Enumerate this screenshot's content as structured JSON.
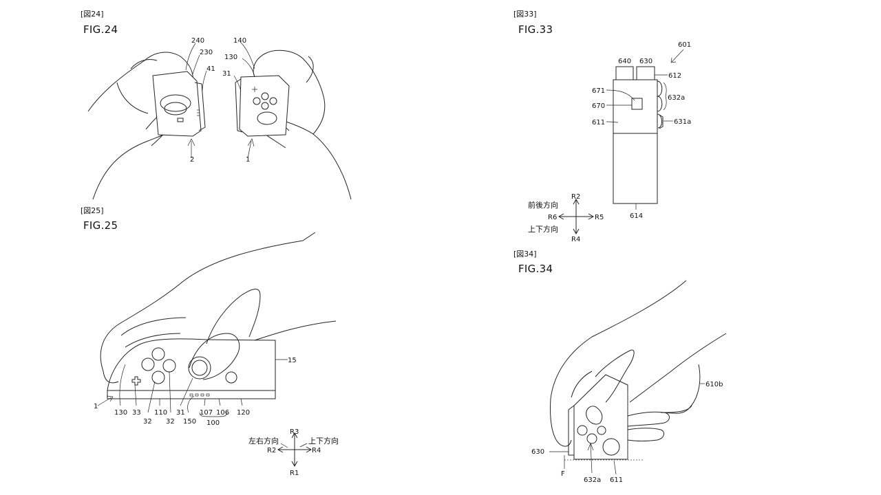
{
  "fig24": {
    "bracket": "[図24]",
    "title": "FIG.24",
    "labels": {
      "l240": "240",
      "l230": "230",
      "l41": "41",
      "l2": "2",
      "l140": "140",
      "l130": "130",
      "l31": "31",
      "l1": "1"
    }
  },
  "fig25": {
    "bracket": "[図25]",
    "title": "FIG.25",
    "labels": {
      "l15": "15",
      "l1": "1",
      "l130": "130",
      "l33": "33",
      "l32a": "32",
      "l110": "110",
      "l32b": "32",
      "l31": "31",
      "l150": "150",
      "l107": "107",
      "l106": "106",
      "l120": "120",
      "l100": "100"
    },
    "axes": {
      "r3": "R3",
      "r1": "R1",
      "r2": "R2",
      "r4": "R4",
      "left_right": "左右方向",
      "up_down": "上下方向"
    }
  },
  "fig33": {
    "bracket": "[図33]",
    "title": "FIG.33",
    "labels": {
      "l601": "601",
      "l640": "640",
      "l630": "630",
      "l612": "612",
      "l671": "671",
      "l632a": "632a",
      "l670": "670",
      "l611": "611",
      "l631a": "631a",
      "l614": "614"
    },
    "axes": {
      "r2": "R2",
      "r4": "R4",
      "r5": "R5",
      "r6": "R6",
      "front_back": "前後方向",
      "up_down": "上下方向"
    }
  },
  "fig34": {
    "bracket": "[図34]",
    "title": "FIG.34",
    "labels": {
      "l610b": "610b",
      "l630": "630",
      "lF": "F",
      "l632a": "632a",
      "l611": "611"
    }
  }
}
